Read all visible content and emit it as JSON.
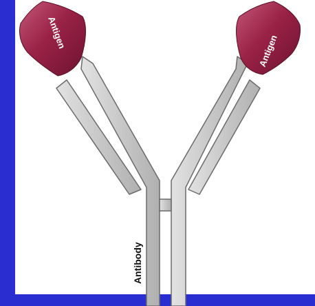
{
  "diagram": {
    "labels": {
      "antigen_left": "Antigen",
      "antigen_right": "Antigen",
      "antibody": "Antibody"
    },
    "colors": {
      "border": "#2a2ed0",
      "panel": "#ffffff",
      "antibody_fill": "#c9c9c9",
      "antibody_stroke": "#6b6b6b",
      "antigen_fill": "#8e1b3f",
      "antigen_highlight": "#c4587a",
      "label_text": "#111111",
      "antigen_text": "#ffffff"
    }
  }
}
